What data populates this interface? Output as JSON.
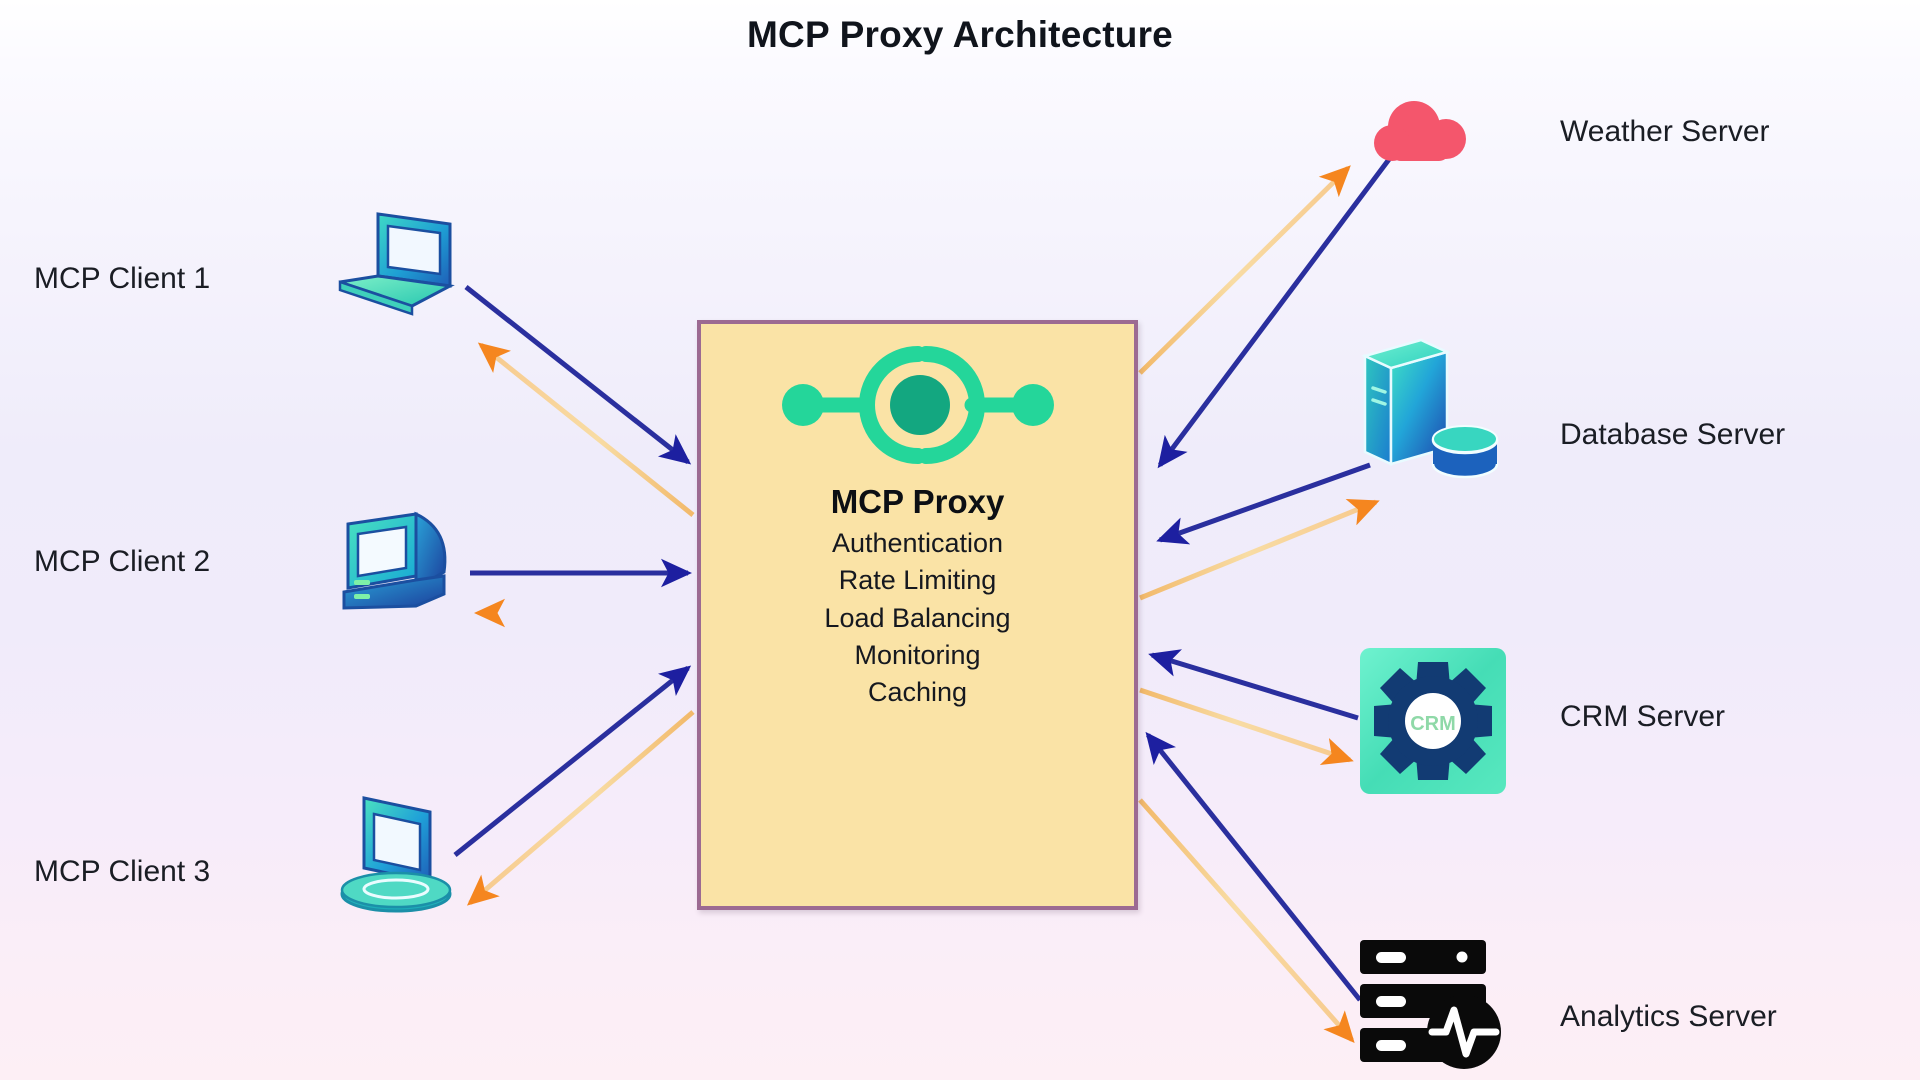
{
  "title": "MCP Proxy Architecture",
  "proxy": {
    "name": "MCP Proxy",
    "icon": "proxy-hub-icon",
    "features": [
      "Authentication",
      "Rate Limiting",
      "Load Balancing",
      "Monitoring",
      "Caching"
    ]
  },
  "clients": [
    {
      "label": "MCP Client 1",
      "icon": "laptop-icon"
    },
    {
      "label": "MCP Client 2",
      "icon": "desktop-computer-icon"
    },
    {
      "label": "MCP Client 3",
      "icon": "workstation-icon"
    }
  ],
  "servers": [
    {
      "label": "Weather Server",
      "icon": "cloud-icon"
    },
    {
      "label": "Database Server",
      "icon": "database-server-icon"
    },
    {
      "label": "CRM Server",
      "icon": "crm-gear-icon",
      "badge": "CRM"
    },
    {
      "label": "Analytics Server",
      "icon": "analytics-rack-icon"
    }
  ],
  "colors": {
    "request_arrow": "#2a2f9e",
    "response_arrow": "#f0c078",
    "response_arrow_head": "#f5861f",
    "proxy_fill": "#fae3a6",
    "proxy_border": "#9c6a92",
    "proxy_icon_green": "#24d69a",
    "proxy_icon_core": "#13a780",
    "weather_cloud": "#f4566c",
    "crm_tile": "#5ce2b4",
    "crm_gear": "#123b73",
    "analytics_black": "#0a0a0a"
  }
}
